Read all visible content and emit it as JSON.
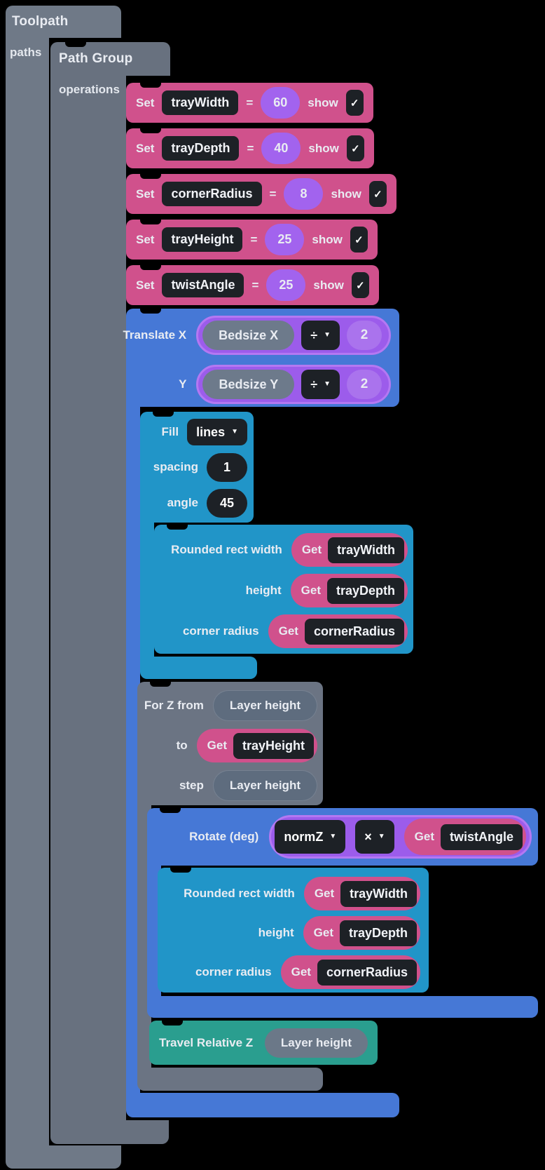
{
  "colors": {
    "background": "#000000",
    "pink": "#d0518c",
    "purple": "#a263ee",
    "blue": "#4678d6",
    "cyan": "#2195c8",
    "teal": "#2a9e8f",
    "gray_toolpath": "#6f7987",
    "gray_group": "#68717f",
    "gray_for": "#6b7483",
    "dark_chip": "#1d2126"
  },
  "icons": {
    "dropdown_arrow": "▼"
  },
  "blocks": {
    "toolpath": {
      "title": "Toolpath",
      "input": "paths"
    },
    "path_group": {
      "title": "Path Group",
      "input": "operations"
    },
    "sets": [
      {
        "kw": "Set",
        "var": "trayWidth",
        "eq": "=",
        "val": "60",
        "show": "show",
        "check": "✓"
      },
      {
        "kw": "Set",
        "var": "trayDepth",
        "eq": "=",
        "val": "40",
        "show": "show",
        "check": "✓"
      },
      {
        "kw": "Set",
        "var": "cornerRadius",
        "eq": "=",
        "val": "8",
        "show": "show",
        "check": "✓"
      },
      {
        "kw": "Set",
        "var": "trayHeight",
        "eq": "=",
        "val": "25",
        "show": "show",
        "check": "✓"
      },
      {
        "kw": "Set",
        "var": "twistAngle",
        "eq": "=",
        "val": "25",
        "show": "show",
        "check": "✓"
      }
    ],
    "translate": {
      "rows": [
        {
          "label": "Translate X",
          "operand": "Bedsize X",
          "operator": "÷",
          "value": "2"
        },
        {
          "label": "Y",
          "operand": "Bedsize Y",
          "operator": "÷",
          "value": "2"
        }
      ]
    },
    "fill": {
      "label": "Fill",
      "mode": "lines",
      "rows": [
        {
          "label": "spacing",
          "value": "1"
        },
        {
          "label": "angle",
          "value": "45"
        }
      ]
    },
    "rounded_rect_1": {
      "rows": [
        {
          "label": "Rounded rect width",
          "get": "Get",
          "var": "trayWidth"
        },
        {
          "label": "height",
          "get": "Get",
          "var": "trayDepth"
        },
        {
          "label": "corner radius",
          "get": "Get",
          "var": "cornerRadius"
        }
      ]
    },
    "for_z": {
      "rows": [
        {
          "label": "For Z from",
          "value": "Layer height"
        },
        {
          "label": "to",
          "get": "Get",
          "var": "trayHeight"
        },
        {
          "label": "step",
          "value": "Layer height"
        }
      ]
    },
    "rotate": {
      "label": "Rotate (deg)",
      "operand": "normZ",
      "operator": "×",
      "get": "Get",
      "var": "twistAngle"
    },
    "rounded_rect_2": {
      "rows": [
        {
          "label": "Rounded rect width",
          "get": "Get",
          "var": "trayWidth"
        },
        {
          "label": "height",
          "get": "Get",
          "var": "trayDepth"
        },
        {
          "label": "corner radius",
          "get": "Get",
          "var": "cornerRadius"
        }
      ]
    },
    "travel": {
      "label": "Travel Relative Z",
      "value": "Layer height"
    }
  }
}
